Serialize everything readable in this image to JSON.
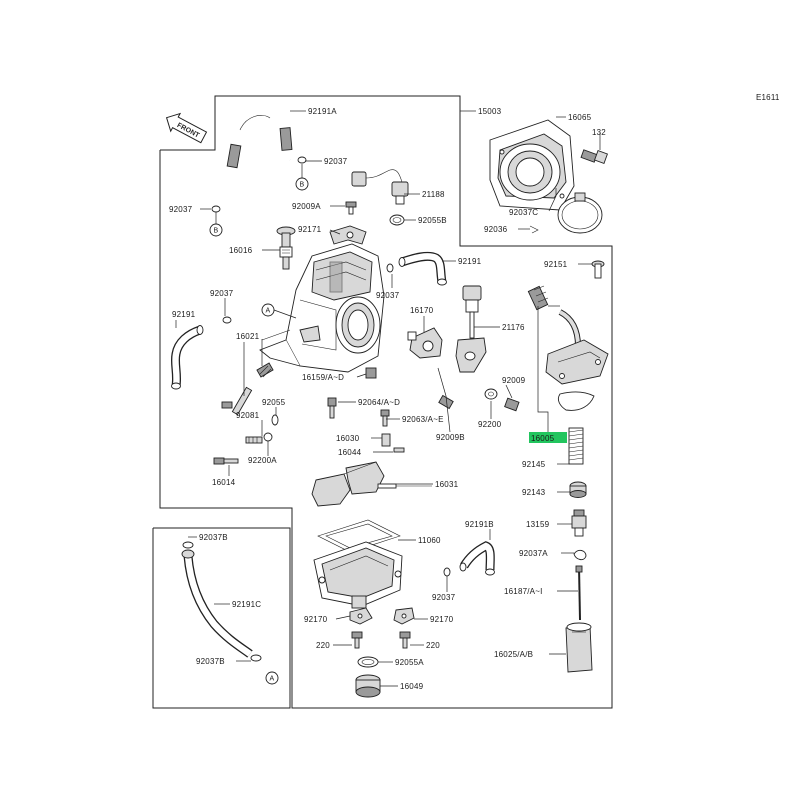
{
  "diagram_code": "E1611",
  "front_label": "FRONT",
  "highlight_color": "#22c55e",
  "callouts": [
    "A",
    "B"
  ],
  "parts": {
    "p92191A": "92191A",
    "p15003": "15003",
    "p16065": "16065",
    "p132": "132",
    "p92037_top": "92037",
    "p21188": "21188",
    "p92037_left": "92037",
    "p92009A": "92009A",
    "p92055B": "92055B",
    "p92037C": "92037C",
    "p92036": "92036",
    "p92171": "92171",
    "p16016": "16016",
    "p92191": "92191",
    "p92151": "92151",
    "p92037_mid": "92037",
    "p92037_mid2": "92037",
    "p16170": "16170",
    "p92191_left": "92191",
    "p21176": "21176",
    "p16021": "16021",
    "p16159": "16159/A~D",
    "p92009": "92009",
    "p92055": "92055",
    "p92064": "92064/A~D",
    "p92081": "92081",
    "p92063": "92063/A~E",
    "p92009B": "92009B",
    "p92200": "92200",
    "p16005": "16005",
    "p16030": "16030",
    "p92200A": "92200A",
    "p16044": "16044",
    "p92145": "92145",
    "p16014": "16014",
    "p16031": "16031",
    "p92143": "92143",
    "p92037B_top": "92037B",
    "p11060": "11060",
    "p92191B": "92191B",
    "p13159": "13159",
    "p92037A": "92037A",
    "p92191C": "92191C",
    "p92037_low": "92037",
    "p16187": "16187/A~I",
    "p92170_left": "92170",
    "p92170_right": "92170",
    "p220_left": "220",
    "p220_right": "220",
    "p16025": "16025/A/B",
    "p92037B_bot": "92037B",
    "p92055A": "92055A",
    "p16049": "16049"
  }
}
